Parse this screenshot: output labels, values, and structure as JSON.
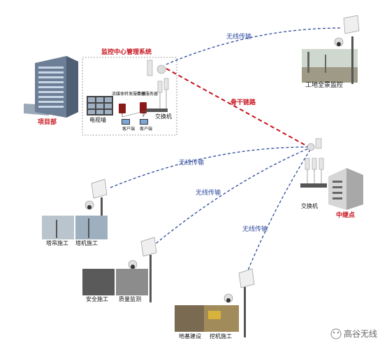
{
  "labels": {
    "monitor_center": "监控中心管理系统",
    "project_dept": "项目部",
    "tv_wall": "电视墙",
    "streaming_server": "流媒体转发服务器",
    "storage_server": "存储服务器",
    "client_1": "客户端",
    "client_2": "客户端",
    "switch_center": "交换机",
    "backbone": "骨干链路",
    "wireless_top": "无线传输",
    "site_overview": "工地全景监控",
    "wireless_left": "无线传输",
    "wireless_mid": "无线传输",
    "wireless_low": "无线传输",
    "switch_relay": "交换机",
    "relay_point": "中继点",
    "tower_crane": "塔吊施工",
    "crane_construction": "塔机施工",
    "safety": "安全施工",
    "quality": "质量监测",
    "foundation": "地基建设",
    "excavator": "挖机施工",
    "watermark": "高谷无线"
  },
  "colors": {
    "link_blue": "#2e4a9e",
    "link_red": "#c8141e",
    "label_red": "#c8141e"
  }
}
